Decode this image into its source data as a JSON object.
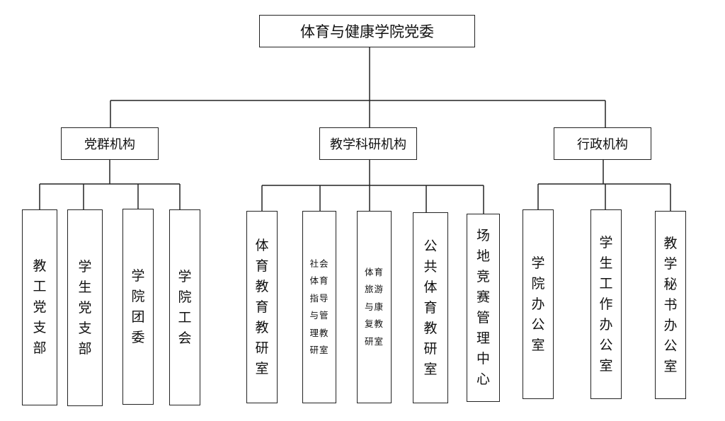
{
  "root": "体育与健康学院党委",
  "divisions": [
    {
      "name": "党群机构",
      "units": [
        "教工党支部",
        "学生党支部",
        "学院团委",
        "学院工会"
      ]
    },
    {
      "name": "教学科研机构",
      "units": [
        "体育教育教研室",
        "社会体育指导与管理教研室",
        "体育旅游与康复教研室",
        "公共体育教研室",
        "场地竞赛管理中心"
      ]
    },
    {
      "name": "行政机构",
      "units": [
        "学院办公室",
        "学生工作办公室",
        "教学秘书办公室"
      ]
    }
  ]
}
